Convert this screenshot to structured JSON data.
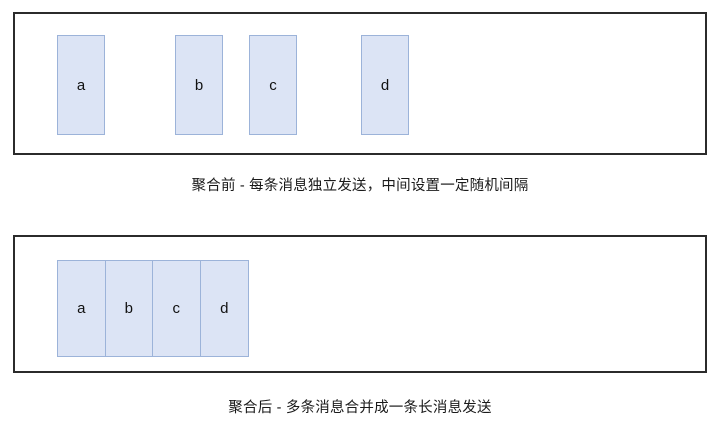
{
  "diagram": {
    "title_semantic": "message-aggregation-comparison",
    "colors": {
      "box_fill": "#dce4f5",
      "box_border": "#9cb3d9",
      "panel_border": "#2b2b2b",
      "text": "#1a1a1a",
      "background": "#ffffff"
    },
    "panels": [
      {
        "key": "before",
        "caption": "聚合前 - 每条消息独立发送，中间设置一定随机间隔",
        "mode": "separate",
        "boxes": [
          {
            "label": "a"
          },
          {
            "label": "b"
          },
          {
            "label": "c"
          },
          {
            "label": "d"
          }
        ]
      },
      {
        "key": "after",
        "caption": "聚合后 - 多条消息合并成一条长消息发送",
        "mode": "merged",
        "boxes": [
          {
            "label": "a"
          },
          {
            "label": "b"
          },
          {
            "label": "c"
          },
          {
            "label": "d"
          }
        ]
      }
    ]
  }
}
